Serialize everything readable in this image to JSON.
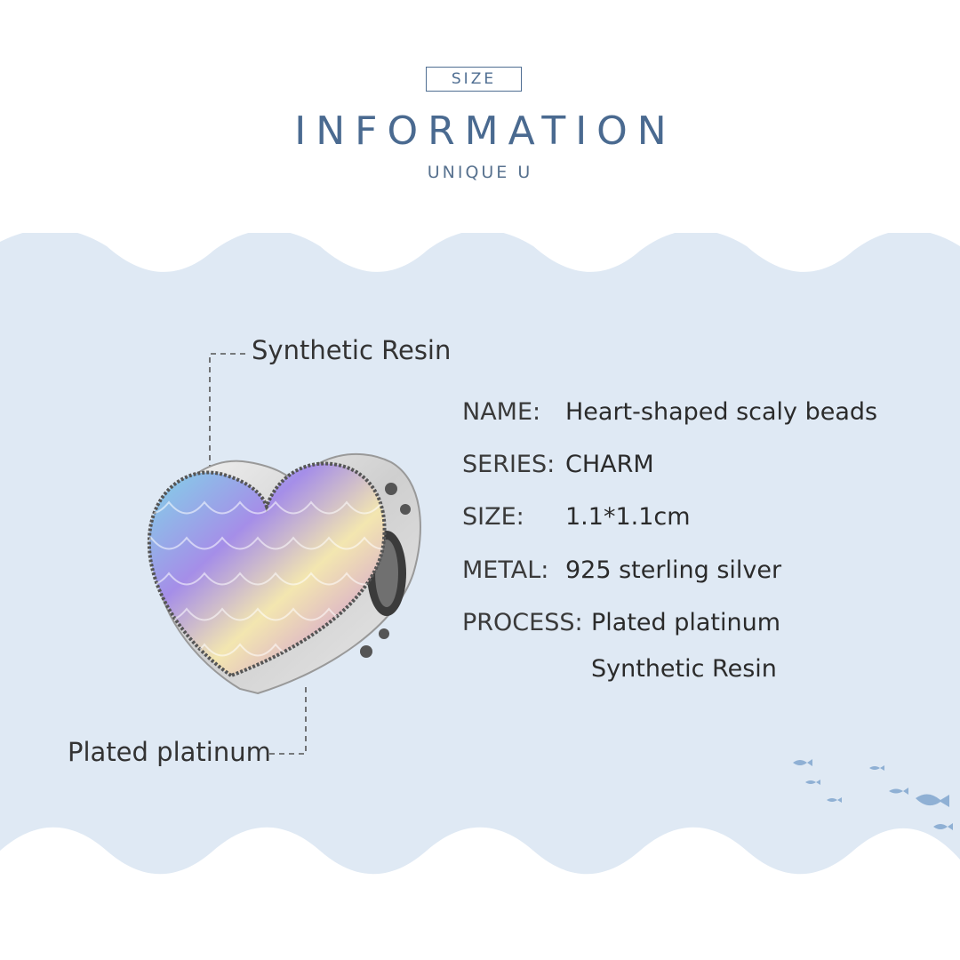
{
  "header": {
    "tag": "SIZE",
    "title": "INFORMATION",
    "subtitle": "UNIQUE U"
  },
  "callouts": {
    "top": "Synthetic Resin",
    "bottom": "Plated platinum"
  },
  "specs": [
    {
      "key": "NAME:",
      "value": "Heart-shaped scaly beads"
    },
    {
      "key": "SERIES:",
      "value": "CHARM"
    },
    {
      "key": "SIZE:",
      "value": "1.1*1.1cm"
    },
    {
      "key": "METAL:",
      "value": "925 sterling silver"
    },
    {
      "key": "PROCESS:",
      "value": "Plated platinum"
    }
  ],
  "process_extra": "Synthetic Resin",
  "colors": {
    "accent": "#4f6e92",
    "sea": "#dfe9f4",
    "text": "#333333"
  },
  "images": [
    "heart-charm-image",
    "fish-school-image"
  ]
}
